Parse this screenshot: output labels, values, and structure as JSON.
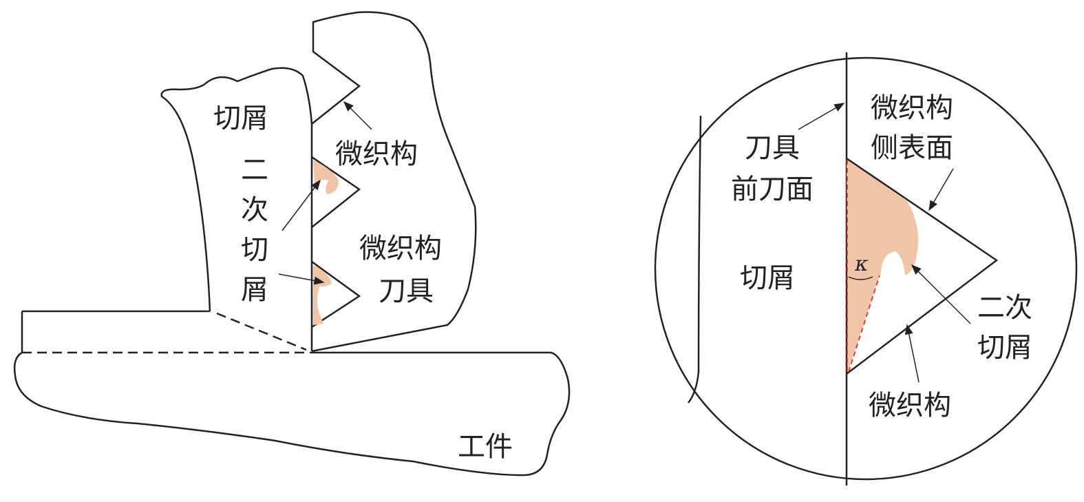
{
  "left_figure": {
    "chip": "切屑",
    "micro_texture": "微织构",
    "secondary_chip": [
      "二",
      "次",
      "切",
      "屑"
    ],
    "textured_tool": [
      "微织构",
      "刀具"
    ],
    "workpiece": "工件"
  },
  "right_figure": {
    "micro_texture_side": [
      "微织构",
      "侧表面"
    ],
    "tool_rake_face": [
      "刀具",
      "前刀面"
    ],
    "chip": "切屑",
    "kappa": "κ",
    "secondary_chip": [
      "二次",
      "切屑"
    ],
    "micro_texture": "微织构"
  },
  "colors": {
    "secondary_chip_fill": "#f0c4a6",
    "angle_line": "#e03030",
    "outline": "#222222"
  }
}
